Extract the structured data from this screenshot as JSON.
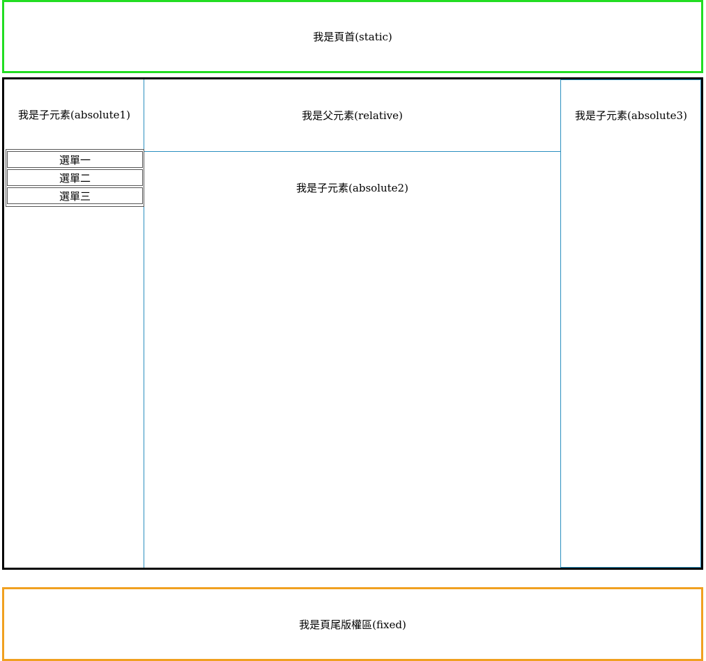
{
  "header": {
    "label": "我是頁首(static)"
  },
  "parent": {
    "label": "我是父元素(relative)"
  },
  "left": {
    "label": "我是子元素(absolute1)",
    "menu": [
      {
        "label": "選單一"
      },
      {
        "label": "選單二"
      },
      {
        "label": "選單三"
      }
    ]
  },
  "middle": {
    "label": "我是子元素(absolute2)"
  },
  "right": {
    "label": "我是子元素(absolute3)"
  },
  "footer": {
    "label": "我是頁尾版權區(fixed)"
  },
  "colors": {
    "header_border": "#22dd22",
    "footer_border": "#f0a020",
    "parent_border": "#000000",
    "child_border": "#2a8fbf"
  }
}
